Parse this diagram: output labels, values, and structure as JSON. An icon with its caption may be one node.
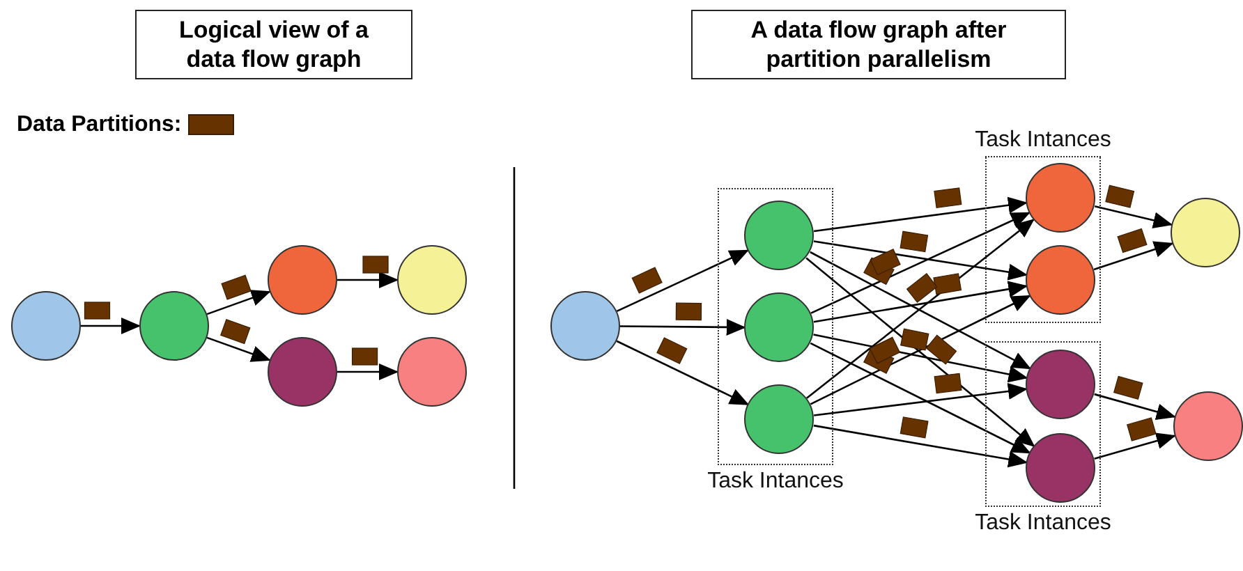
{
  "diagram": {
    "nodes": [
      {
        "text": [
          "Logical view of a data flow graph"
        ]
      },
      {
        "text": [
          "A data flow graph after partition parallelism"
        ]
      },
      {
        "text": [],
        "shape": "circle"
      },
      {
        "text": [],
        "shape": "circle"
      },
      {
        "text": [],
        "shape": "circle"
      },
      {
        "text": [],
        "shape": "circle"
      },
      {
        "text": [],
        "shape": "circle"
      },
      {
        "text": [],
        "shape": "circle"
      },
      {
        "text": [],
        "shape": "circle"
      },
      {
        "text": [
          "Task Intances"
        ]
      },
      {
        "text": [],
        "shape": "circle",
        "in": 9
      },
      {
        "text": [],
        "shape": "circle",
        "in": 9
      },
      {
        "text": [],
        "shape": "circle",
        "in": 9
      },
      {
        "text": [
          "Task Intances"
        ]
      },
      {
        "text": [],
        "shape": "circle",
        "in": 13
      },
      {
        "text": [],
        "shape": "circle",
        "in": 13
      },
      {
        "text": [
          "Task Intances"
        ]
      },
      {
        "text": [],
        "shape": "circle",
        "in": 16
      },
      {
        "text": [],
        "shape": "circle",
        "in": 16
      },
      {
        "text": [],
        "shape": "circle"
      },
      {
        "text": [],
        "shape": "circle"
      }
    ],
    "edges": [
      {
        "from": 2,
        "to": 3,
        "arrow": "to"
      },
      {
        "from": 3,
        "to": 4,
        "arrow": "to"
      },
      {
        "from": 3,
        "to": 6,
        "arrow": "to"
      },
      {
        "from": 4,
        "to": 5,
        "arrow": "to"
      },
      {
        "from": 6,
        "to": 7,
        "arrow": "to"
      },
      {
        "from": 8,
        "to": 10,
        "arrow": "to"
      },
      {
        "from": 8,
        "to": 11,
        "arrow": "to"
      },
      {
        "from": 8,
        "to": 12,
        "arrow": "to"
      },
      {
        "from": 10,
        "to": 14,
        "arrow": "to"
      },
      {
        "from": 10,
        "to": 15,
        "arrow": "to"
      },
      {
        "from": 10,
        "to": 17,
        "arrow": "to"
      },
      {
        "from": 10,
        "to": 18,
        "arrow": "to"
      },
      {
        "from": 11,
        "to": 14,
        "arrow": "to"
      },
      {
        "from": 11,
        "to": 15,
        "arrow": "to"
      },
      {
        "from": 11,
        "to": 17,
        "arrow": "to"
      },
      {
        "from": 11,
        "to": 18,
        "arrow": "to"
      },
      {
        "from": 12,
        "to": 14,
        "arrow": "to"
      },
      {
        "from": 12,
        "to": 15,
        "arrow": "to"
      },
      {
        "from": 12,
        "to": 17,
        "arrow": "to"
      },
      {
        "from": 12,
        "to": 18,
        "arrow": "to"
      },
      {
        "from": 14,
        "to": 19,
        "arrow": "to"
      },
      {
        "from": 15,
        "to": 19,
        "arrow": "to"
      },
      {
        "from": 17,
        "to": 20,
        "arrow": "to"
      },
      {
        "from": 18,
        "to": 20,
        "arrow": "to"
      }
    ],
    "legend": [
      {
        "text": "Data Partitions:",
        "color": "#663300"
      }
    ]
  }
}
